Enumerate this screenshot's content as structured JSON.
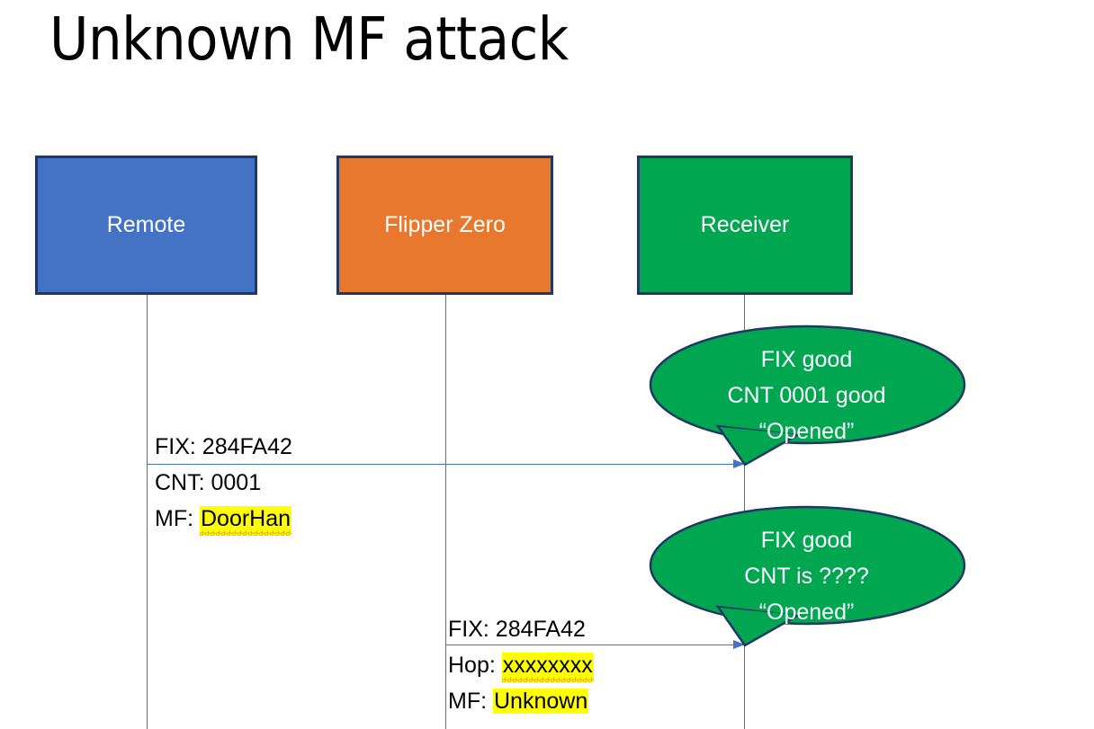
{
  "slide": {
    "title": "Unknown MF attack",
    "background_color": "#FFFFFF"
  },
  "colors": {
    "remote_fill": "#4472C4",
    "flipper_fill": "#E8782D",
    "receiver_fill": "#00A650",
    "box_border": "#1F3864",
    "lifeline": "#4472C4",
    "arrow": "#4472C4",
    "callout_fill": "#00A650",
    "callout_border": "#1F3864",
    "highlight": "#FFFF00",
    "spellcheck_underline": "#E03A3A"
  },
  "actors": [
    {
      "id": "remote",
      "label": "Remote"
    },
    {
      "id": "flipper",
      "label": "Flipper Zero"
    },
    {
      "id": "receiver",
      "label": "Receiver"
    }
  ],
  "messages": [
    {
      "id": "message-1",
      "from": "remote",
      "to": "receiver",
      "lines": [
        {
          "label": "FIX: ",
          "value": "284FA42",
          "highlighted": false,
          "misspelled": false
        },
        {
          "label": "CNT: ",
          "value": "0001",
          "highlighted": false,
          "misspelled": false
        },
        {
          "label": "MF: ",
          "value": "DoorHan",
          "highlighted": true,
          "misspelled": true
        }
      ]
    },
    {
      "id": "message-2",
      "from": "flipper",
      "to": "receiver",
      "lines": [
        {
          "label": "FIX: ",
          "value": "284FA42",
          "highlighted": false,
          "misspelled": false
        },
        {
          "label": "Hop: ",
          "value": "xxxxxxxx",
          "highlighted": true,
          "misspelled": true
        },
        {
          "label": "MF: ",
          "value": "Unknown",
          "highlighted": true,
          "misspelled": false
        }
      ]
    }
  ],
  "callouts": [
    {
      "id": "callout-1",
      "attached_to": "receiver",
      "line1": "FIX good",
      "line2": "CNT 0001 good",
      "line3": "“Opened”"
    },
    {
      "id": "callout-2",
      "attached_to": "receiver",
      "line1": "FIX good",
      "line2": "CNT is ????",
      "line3": "“Opened”"
    }
  ]
}
